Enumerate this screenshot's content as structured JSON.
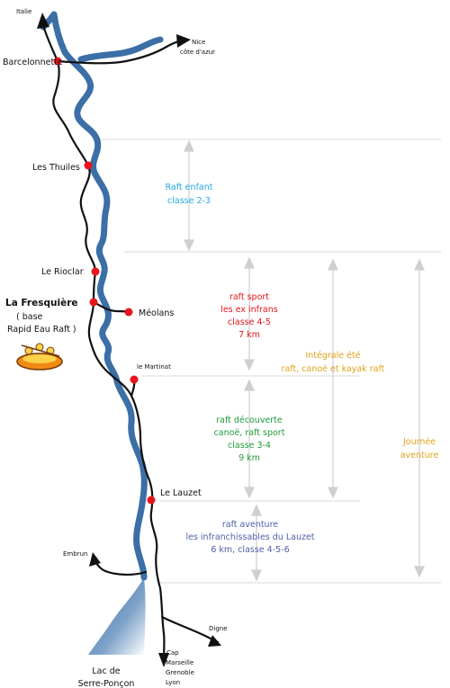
{
  "colors": {
    "river": "#3b6fa6",
    "road": "#111111",
    "town_dot": "#e8141c",
    "guide_line": "#d9d9d9",
    "arrow_grey": "#cfcfcf",
    "raft_enfant": "#21a9e1",
    "raft_sport": "#e3141c",
    "integrale": "#e3a21a",
    "journee": "#e3a21a",
    "decouverte": "#1e9d3a",
    "aventure": "#4f5fa8"
  },
  "directions": {
    "italie": "Italie",
    "nice": "Nice",
    "cote": "côte d'azur",
    "embrun": "Embrun",
    "digne": "Digne",
    "cap": "Cap",
    "marseille": "Marseille",
    "grenoble": "Grenoble",
    "lyon": "Lyon"
  },
  "towns": {
    "barcelonnette": "Barcelonnette",
    "les_thuiles": "Les Thuiles",
    "le_rioclar": "Le Rioclar",
    "fresquiere_title": "La Fresquière",
    "fresquiere_line2": "( base",
    "fresquiere_line3": "Rapid Eau Raft )",
    "meolans": "Méolans",
    "le_martinat": "le Martinat",
    "le_lauzet": "Le Lauzet"
  },
  "lake": {
    "line1": "Lac de",
    "line2": "Serre-Ponçon"
  },
  "sections": {
    "raft_enfant": [
      "Raft enfant",
      "classe 2-3"
    ],
    "raft_sport": [
      "raft sport",
      "les ex infrans",
      "classe 4-5",
      "7 km"
    ],
    "integrale": [
      "Intégrale été",
      "raft, canoë et kayak raft"
    ],
    "journee": [
      "Journée",
      "aventure"
    ],
    "decouverte": [
      "raft découverte",
      "canoë, raft sport",
      "classe 3-4",
      "9 km"
    ],
    "aventure": [
      "raft aventure",
      "les infranchissables du Lauzet",
      "6 km, classe 4-5-6"
    ]
  }
}
